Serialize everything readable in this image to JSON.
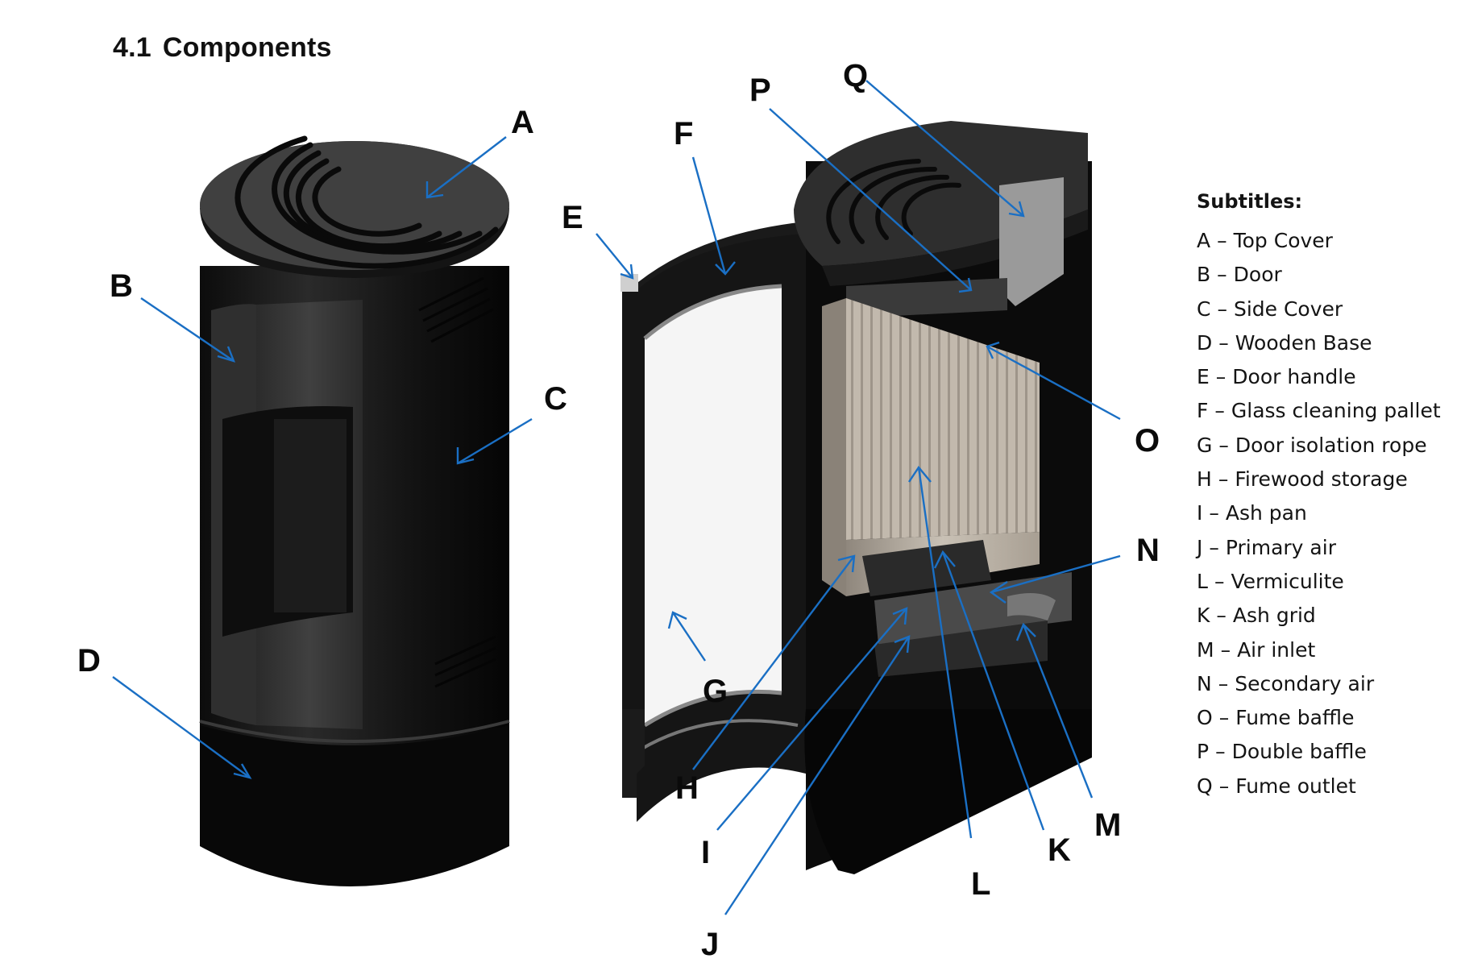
{
  "section": {
    "number": "4.1",
    "title": "Components"
  },
  "legend": {
    "title": "Subtitles:",
    "separator": "–",
    "items": [
      {
        "key": "A",
        "label": "Top Cover"
      },
      {
        "key": "B",
        "label": "Door"
      },
      {
        "key": "C",
        "label": "Side Cover"
      },
      {
        "key": "D",
        "label": "Wooden Base"
      },
      {
        "key": "E",
        "label": "Door handle"
      },
      {
        "key": "F",
        "label": "Glass cleaning pallet"
      },
      {
        "key": "G",
        "label": "Door isolation rope"
      },
      {
        "key": "H",
        "label": "Firewood storage"
      },
      {
        "key": "I",
        "label": "Ash pan"
      },
      {
        "key": "J",
        "label": "Primary air"
      },
      {
        "key": "L",
        "label": "Vermiculite"
      },
      {
        "key": "K",
        "label": "Ash grid"
      },
      {
        "key": "M",
        "label": "Air inlet"
      },
      {
        "key": "N",
        "label": "Secondary air"
      },
      {
        "key": "O",
        "label": "Fume baffle"
      },
      {
        "key": "P",
        "label": "Double baffle"
      },
      {
        "key": "Q",
        "label": "Fume outlet"
      }
    ]
  },
  "callouts": {
    "A": "A",
    "B": "B",
    "C": "C",
    "D": "D",
    "E": "E",
    "F": "F",
    "G": "G",
    "H": "H",
    "I": "I",
    "J": "J",
    "K": "K",
    "L": "L",
    "M": "M",
    "N": "N",
    "O": "O",
    "P": "P",
    "Q": "Q"
  },
  "colors": {
    "leader_line": "#1a6fc4",
    "stove_body": "#1b1b1b",
    "stove_panel": "#3a3a3a",
    "vermiculite": "#bcb3a7",
    "glass": "#f4f4f4"
  }
}
